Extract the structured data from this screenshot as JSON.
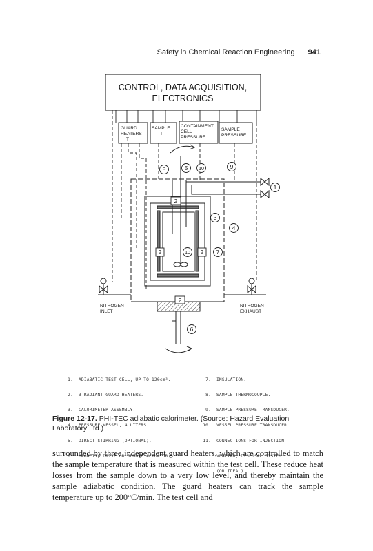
{
  "header": {
    "running_title": "Safety in Chemical Reaction Engineering",
    "page_number": "941"
  },
  "diagram": {
    "control_box": {
      "line1": "CONTROL, DATA ACQUISITION,",
      "line2": "ELECTRONICS"
    },
    "modules": [
      {
        "line1": "GUARD",
        "line2": "HEATERS",
        "line3": "T"
      },
      {
        "line1": "SAMPLE",
        "line2": "T"
      },
      {
        "line1": "CONTAINMENT",
        "line2": "CELL",
        "line3": "PRESSURE"
      },
      {
        "line1": "SAMPLE",
        "line2": "PRESSURE"
      }
    ],
    "nitrogen_inlet": {
      "line1": "NITROGEN",
      "line2": "INLET"
    },
    "nitrogen_exhaust": {
      "line1": "NITROGEN",
      "line2": "EXHAUST"
    },
    "markers": {
      "m1": "1",
      "m2a": "2",
      "m2b": "2",
      "m2c": "2",
      "m2d": "2",
      "m3": "3",
      "m4": "4",
      "m5": "5",
      "m6": "6",
      "m7": "7",
      "m8": "8",
      "m9": "9",
      "m10": "10",
      "m10b": "10"
    }
  },
  "legend": {
    "left": [
      {
        "n": "1.",
        "t": "ADIABATIC TEST CELL, UP TO 120cm³."
      },
      {
        "n": "2.",
        "t": "3 RADIANT GUARD HEATERS."
      },
      {
        "n": "3.",
        "t": "CALORIMETER ASSEMBLY."
      },
      {
        "n": "4.",
        "t": "PRESSURE VESSEL, 4 LITERS"
      },
      {
        "n": "5.",
        "t": "DIRECT STIRRING (OPTIONAL)."
      },
      {
        "n": "6.",
        "t": "MAGNETIC DRIVE OR REMOTE ACTUATOR"
      }
    ],
    "right": [
      {
        "n": "7.",
        "t": "INSULATION."
      },
      {
        "n": "8.",
        "t": "SAMPLE THERMOCOUPLE."
      },
      {
        "n": "9.",
        "t": "SAMPLE PRESSURE TRANSDUCER."
      },
      {
        "n": "10.",
        "t": "VESSEL PRESSURE TRANSDUCER"
      },
      {
        "n": "11.",
        "t": "CONNECTIONS FOR INJECTION"
      },
      {
        "n": "",
        "t": "VENTING, DISPOSAL SYSTEM"
      },
      {
        "n": "",
        "t": "(OR IDEAL)."
      }
    ]
  },
  "caption": {
    "label": "Figure 12-17.",
    "text": "PHI-TEC adiabatic calorimeter. (Source: Hazard Evaluation Laboratory Ltd.)"
  },
  "body_text": "surrounded by three independent guard heaters, which are controlled to match the sample temperature that is measured within the test cell. These reduce heat losses from the sample down to a very low level, and thereby maintain the sample adiabatic condition. The guard heaters can track the sample temperature up to 200°C/min. The test cell and"
}
